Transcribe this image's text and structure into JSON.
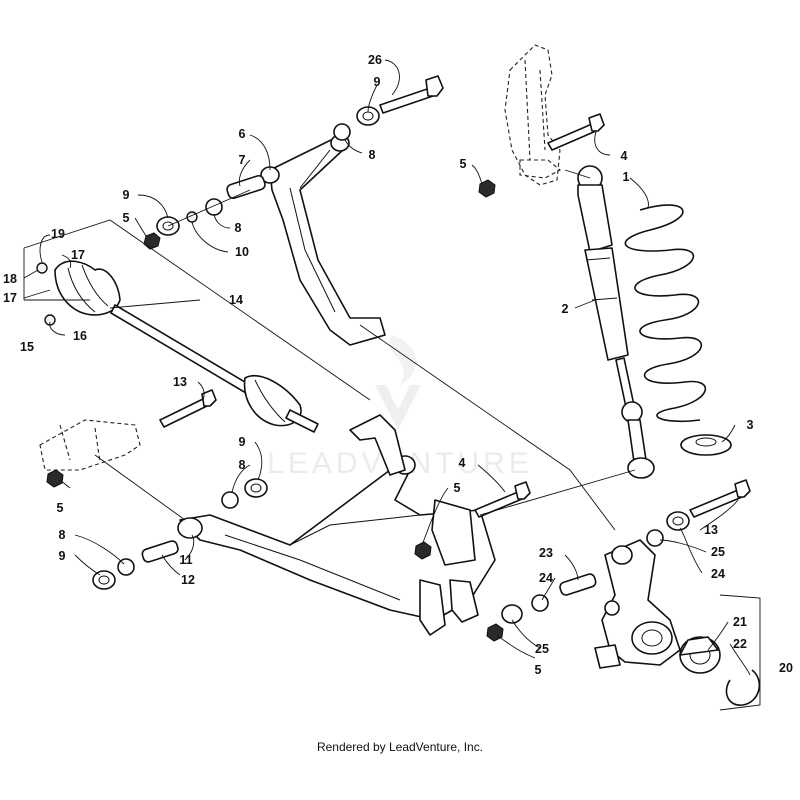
{
  "watermark": "LEADVENTURE",
  "credit": "Rendered by LeadVenture, Inc.",
  "callouts": [
    {
      "id": "c26",
      "text": "26"
    },
    {
      "id": "c9a",
      "text": "9"
    },
    {
      "id": "c8a",
      "text": "8"
    },
    {
      "id": "c6",
      "text": "6"
    },
    {
      "id": "c7",
      "text": "7"
    },
    {
      "id": "c9b",
      "text": "9"
    },
    {
      "id": "c8b",
      "text": "8"
    },
    {
      "id": "c5a",
      "text": "5"
    },
    {
      "id": "c10",
      "text": "10"
    },
    {
      "id": "c19",
      "text": "19"
    },
    {
      "id": "c17a",
      "text": "17"
    },
    {
      "id": "c18",
      "text": "18"
    },
    {
      "id": "c17b",
      "text": "17"
    },
    {
      "id": "c14",
      "text": "14"
    },
    {
      "id": "c16",
      "text": "16"
    },
    {
      "id": "c15",
      "text": "15"
    },
    {
      "id": "c13a",
      "text": "13"
    },
    {
      "id": "c5b",
      "text": "5"
    },
    {
      "id": "c4a",
      "text": "4"
    },
    {
      "id": "c1",
      "text": "1"
    },
    {
      "id": "c2",
      "text": "2"
    },
    {
      "id": "c3",
      "text": "3"
    },
    {
      "id": "c9c",
      "text": "9"
    },
    {
      "id": "c8c",
      "text": "8"
    },
    {
      "id": "c4b",
      "text": "4"
    },
    {
      "id": "c5c",
      "text": "5"
    },
    {
      "id": "c5d",
      "text": "5"
    },
    {
      "id": "c8d",
      "text": "8"
    },
    {
      "id": "c9d",
      "text": "9"
    },
    {
      "id": "c11",
      "text": "11"
    },
    {
      "id": "c12",
      "text": "12"
    },
    {
      "id": "c13b",
      "text": "13"
    },
    {
      "id": "c25a",
      "text": "25"
    },
    {
      "id": "c24a",
      "text": "24"
    },
    {
      "id": "c23",
      "text": "23"
    },
    {
      "id": "c24b",
      "text": "24"
    },
    {
      "id": "c25b",
      "text": "25"
    },
    {
      "id": "c5e",
      "text": "5"
    },
    {
      "id": "c21",
      "text": "21"
    },
    {
      "id": "c22",
      "text": "22"
    },
    {
      "id": "c20",
      "text": "20"
    }
  ]
}
